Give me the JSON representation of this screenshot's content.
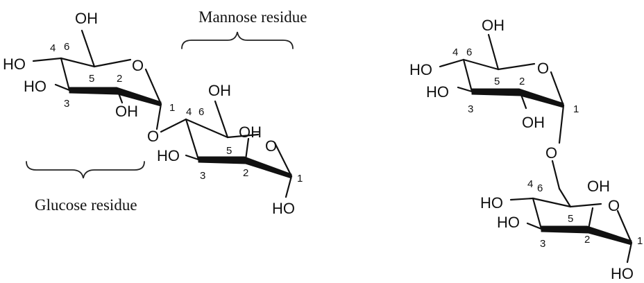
{
  "left_structure": {
    "mannose_label": "Mannose residue",
    "glucose_label": "Glucose residue",
    "glucose": {
      "oh_c6": "OH",
      "ho_c4": "HO",
      "ho_c3": "HO",
      "oh_c2": "OH",
      "ring_o": "O",
      "c4": "4",
      "c6": "6",
      "c5": "5",
      "c2": "2",
      "c3": "3",
      "c1": "1"
    },
    "bridge_o": "O",
    "mannose": {
      "oh_c6": "OH",
      "oh_c2": "OH",
      "ring_o": "O",
      "ho_c3": "HO",
      "ho_c1": "HO",
      "c4": "4",
      "c6": "6",
      "c5": "5",
      "c2": "2",
      "c3": "3",
      "c1": "1"
    }
  },
  "right_structure": {
    "upper": {
      "oh_c6": "OH",
      "ho_c4": "HO",
      "ho_c3": "HO",
      "oh_c2": "OH",
      "ring_o": "O",
      "c4": "4",
      "c6": "6",
      "c5": "5",
      "c2": "2",
      "c3": "3",
      "c1": "1"
    },
    "bridge_o": "O",
    "lower": {
      "ho_c4": "HO",
      "ho_c3": "HO",
      "oh_c2": "OH",
      "ring_o": "O",
      "ho_c1": "HO",
      "c4": "4",
      "c6": "6",
      "c5": "5",
      "c2": "2",
      "c3": "3",
      "c1": "1"
    }
  }
}
